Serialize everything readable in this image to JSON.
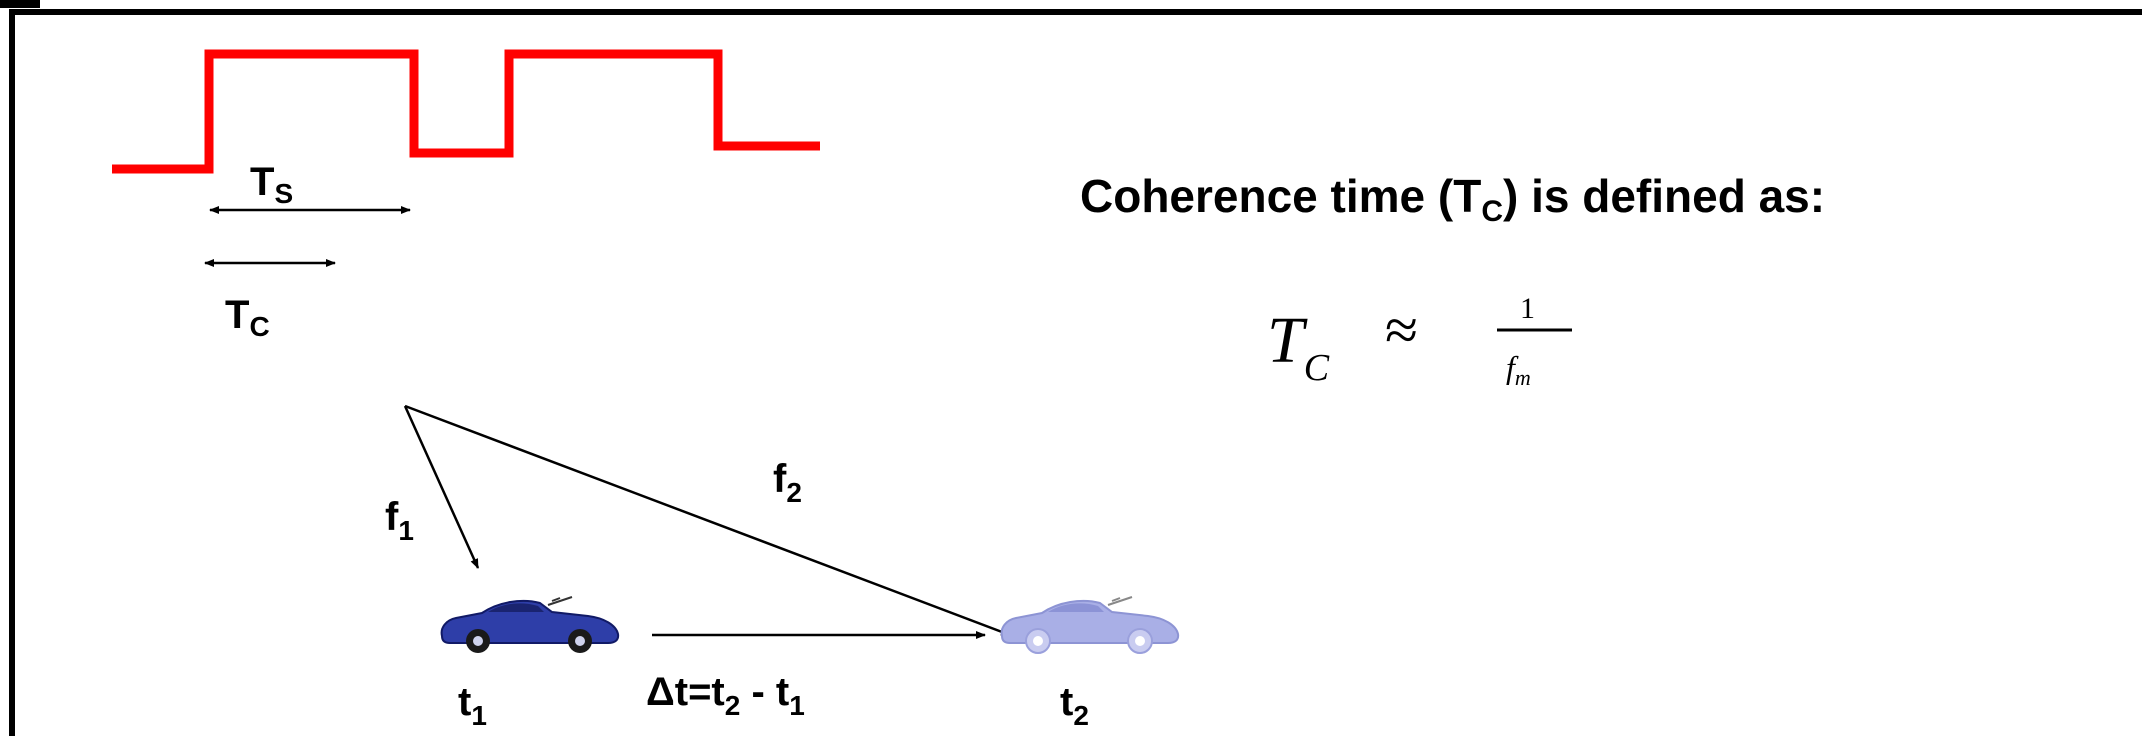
{
  "colors": {
    "pulse": "#ff0000",
    "border": "#000000",
    "car_t1": "#2e3ea8",
    "car_t2": "#a9afe6"
  },
  "labels": {
    "ts_main": "T",
    "ts_sub": "S",
    "tc_main": "T",
    "tc_sub": "C",
    "f1_main": "f",
    "f1_sub": "1",
    "f2_main": "f",
    "f2_sub": "2",
    "t1_main": "t",
    "t1_sub": "1",
    "t2_main": "t",
    "t2_sub": "2",
    "delta_part1": "Δt=t",
    "delta_sub1": "2",
    "delta_part2": " - t",
    "delta_sub2": "1"
  },
  "heading": {
    "part1": "Coherence time (T",
    "sub": "C",
    "part2": ") is defined as:"
  },
  "formula": {
    "lhs_var": "T",
    "lhs_sub": "C",
    "approx": "≈",
    "numerator": "1",
    "denom_var": "f",
    "denom_sub": "m"
  },
  "icons": {
    "car_t1": "convertible-car-icon",
    "car_t2": "convertible-car-icon"
  }
}
